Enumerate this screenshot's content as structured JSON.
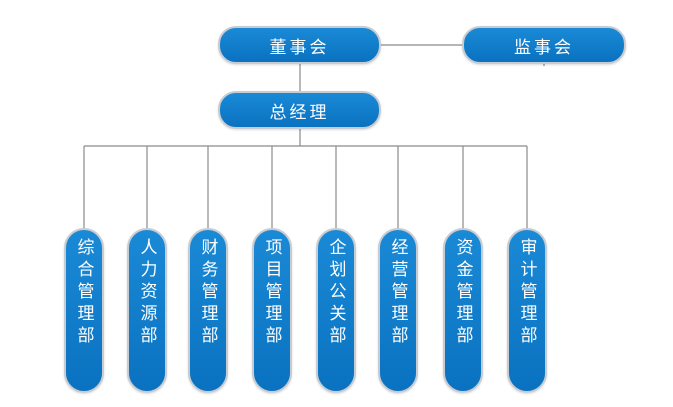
{
  "colors": {
    "node_fill": "#0a7bc8",
    "node_border": "#c7ccd2",
    "connector": "#8a8a8a",
    "text": "#ffffff"
  },
  "top": {
    "board": "董事会",
    "supervisors": "监事会",
    "gm": "总经理"
  },
  "departments": [
    "综合管理部",
    "人力资源部",
    "财务管理部",
    "项目管理部",
    "企划公关部",
    "经营管理部",
    "资金管理部",
    "审计管理部"
  ]
}
